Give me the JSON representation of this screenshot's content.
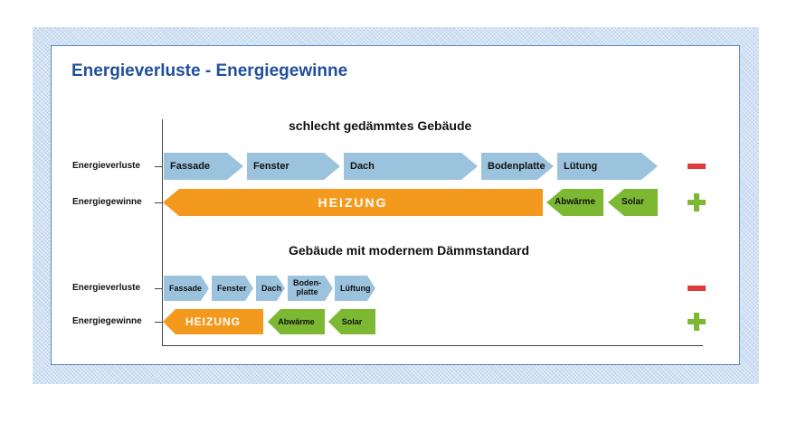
{
  "title": "Energieverluste - Energiegewinne",
  "sections": [
    {
      "heading": "schlecht gedämmtes Gebäude",
      "loss_label": "Energieverluste",
      "gain_label": "Energiegewinne",
      "losses": [
        "Fassade",
        "Fenster",
        "Dach",
        "Bodenplatte",
        "Lütung"
      ],
      "heating": "HEIZUNG",
      "gains": [
        "Abwärme",
        "Solar"
      ]
    },
    {
      "heading": "Gebäude mit modernem Dämmstandard",
      "loss_label": "Energieverluste",
      "gain_label": "Energiegewinne",
      "losses": [
        "Fassade",
        "Fenster",
        "Dach",
        "Boden-\nplatte",
        "Lüftung"
      ],
      "heating": "HEIZUNG",
      "gains": [
        "Abwärme",
        "Solar"
      ]
    }
  ],
  "colors": {
    "loss_arrow": "#9cc3de",
    "heating_arrow": "#f39a1e",
    "gain_arrow": "#7cb832",
    "minus_sign": "#e03a3a",
    "plus_sign": "#7cb832",
    "title": "#1f4f9a"
  },
  "icons": {
    "minus": "minus-icon",
    "plus": "plus-icon"
  }
}
